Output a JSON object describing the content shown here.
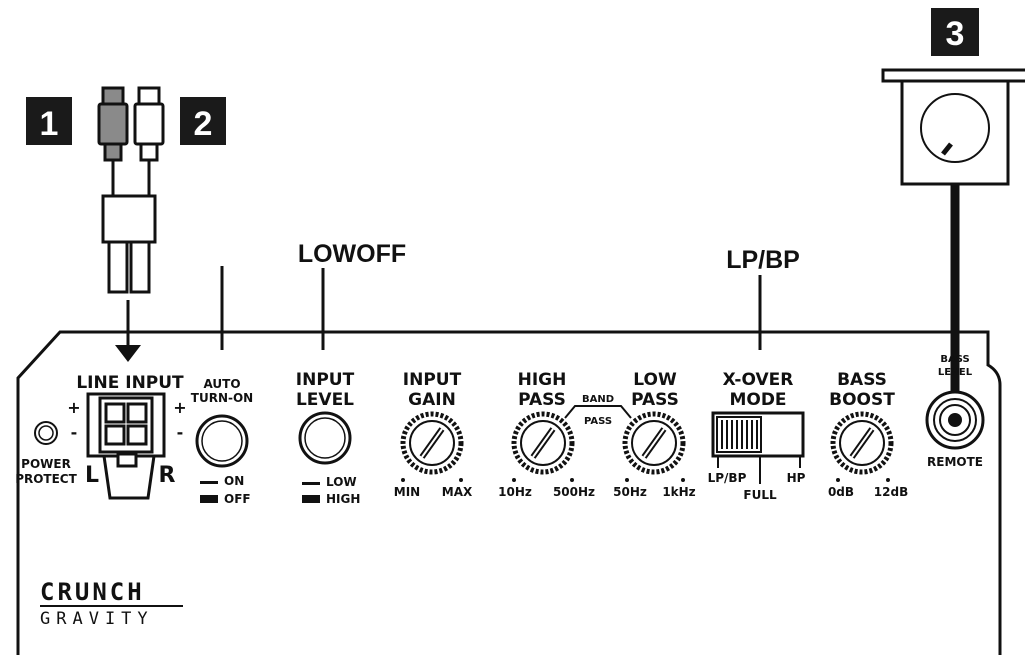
{
  "callouts": {
    "one": "1",
    "two": "2",
    "three": "3"
  },
  "annotations": {
    "input_level_setting": "LOWOFF",
    "xover_setting": "LP/BP"
  },
  "panel": {
    "line_input": {
      "title": "LINE INPUT",
      "plus": "+",
      "minus": "-",
      "left": "L",
      "right": "R"
    },
    "power_protect": {
      "line1": "POWER",
      "line2": "PROTECT"
    },
    "auto_turn_on": {
      "line1": "AUTO",
      "line2": "TURN-ON",
      "opt_on": "ON",
      "opt_off": "OFF"
    },
    "input_level": {
      "line1": "INPUT",
      "line2": "LEVEL",
      "opt_low": "LOW",
      "opt_high": "HIGH"
    },
    "input_gain": {
      "line1": "INPUT",
      "line2": "GAIN",
      "min": "MIN",
      "max": "MAX"
    },
    "high_pass": {
      "line1": "HIGH",
      "line2": "PASS",
      "min": "10Hz",
      "max": "500Hz"
    },
    "band_pass": {
      "line1": "BAND",
      "line2": "PASS"
    },
    "low_pass": {
      "line1": "LOW",
      "line2": "PASS",
      "min": "50Hz",
      "max": "1kHz"
    },
    "xover_mode": {
      "line1": "X-OVER",
      "line2": "MODE",
      "opt_lpbp": "LP/BP",
      "opt_full": "FULL",
      "opt_hp": "HP"
    },
    "bass_boost": {
      "line1": "BASS",
      "line2": "BOOST",
      "min": "0dB",
      "max": "12dB"
    },
    "remote": {
      "line1": "BASS",
      "line2": "LEVEL",
      "label": "REMOTE"
    },
    "logo": {
      "line1": "CRUNCH",
      "line2": "GRAVITY"
    }
  },
  "colors": {
    "ink": "#111111",
    "callout_bg": "#1a1a1a",
    "plug_grey": "#8a8a8a"
  }
}
